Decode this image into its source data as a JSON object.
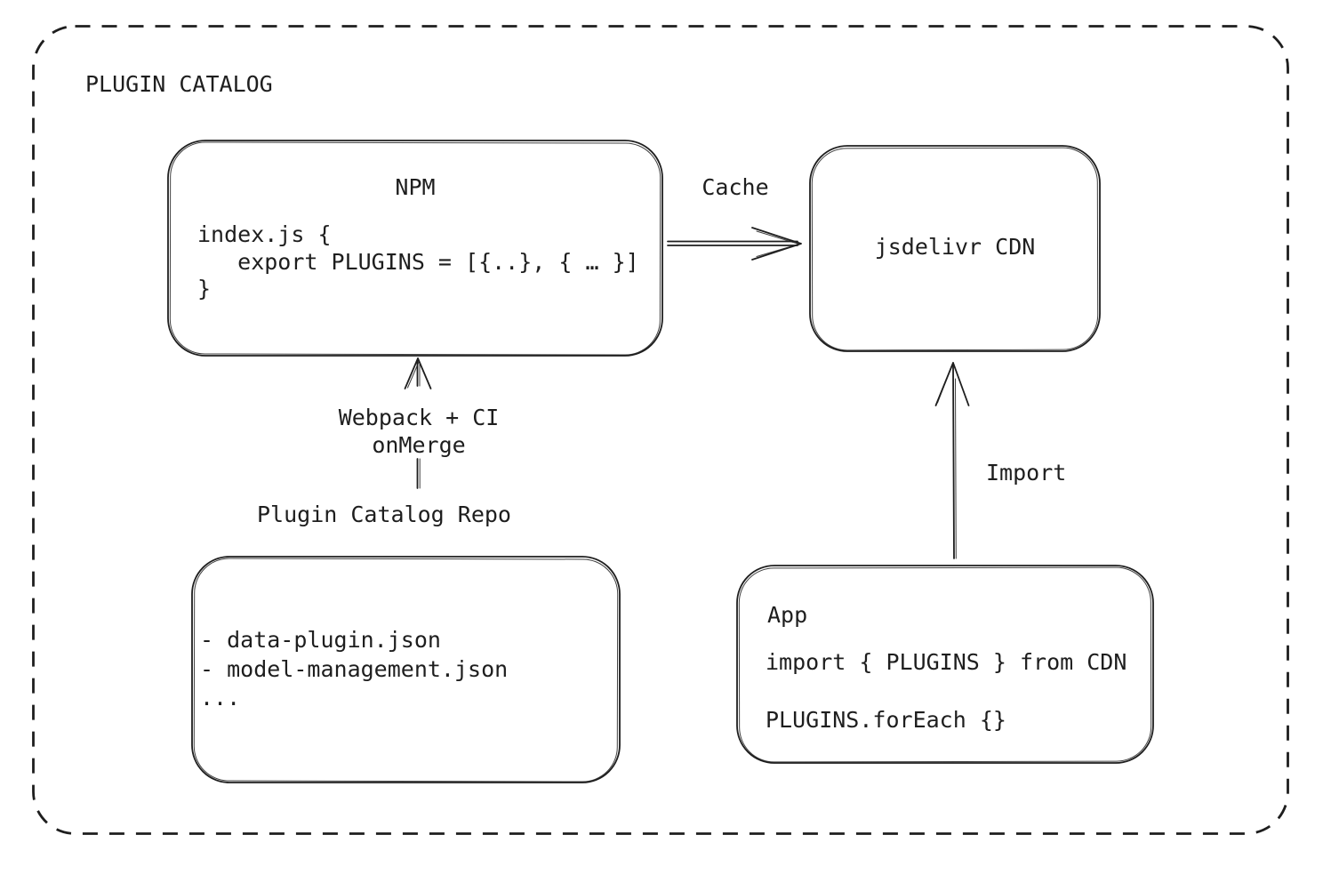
{
  "colors": {
    "stroke": "#1e1e1e",
    "background": "#ffffff"
  },
  "diagram": {
    "title": "PLUGIN CATALOG"
  },
  "nodes": {
    "npm": {
      "title": "NPM",
      "code": "index.js {\n   export PLUGINS = [{..}, { … }]\n}"
    },
    "cdn": {
      "title": "jsdelivr CDN"
    },
    "repo": {
      "label": "Plugin Catalog Repo",
      "files": "- data-plugin.json\n- model-management.json\n..."
    },
    "app": {
      "title": "App",
      "import_line": "import { PLUGINS } from CDN",
      "foreach_line": "PLUGINS.forEach {}"
    }
  },
  "edges": {
    "cache": {
      "label": "Cache"
    },
    "build": {
      "label": "Webpack + CI\nonMerge"
    },
    "import": {
      "label": "Import"
    }
  }
}
